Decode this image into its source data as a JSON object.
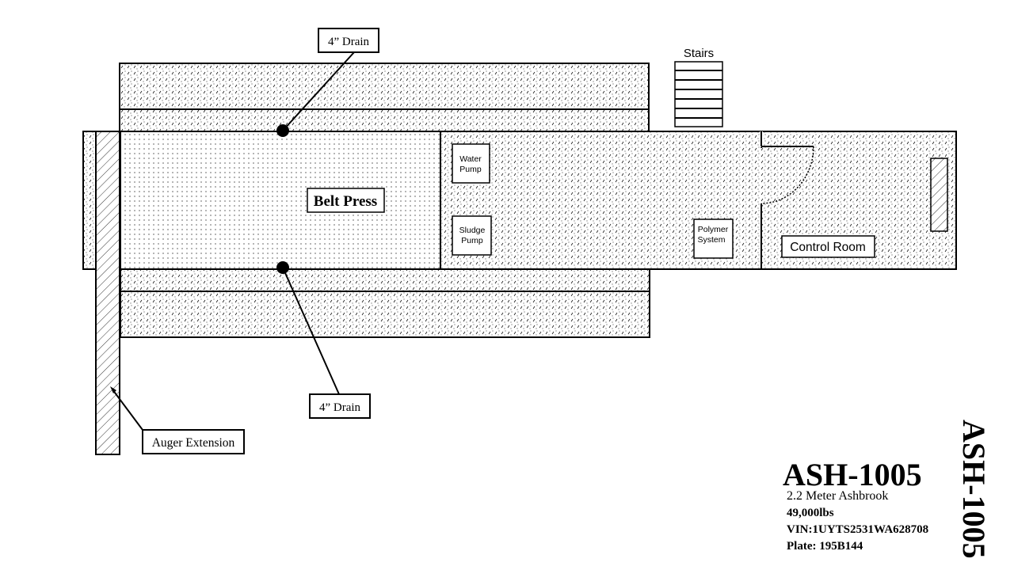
{
  "diagram": {
    "title": "ASH-1005",
    "title_vertical": "ASH-1005",
    "subtitle": "2.2 Meter Ashbrook",
    "weight": "49,000lbs",
    "vin": "VIN:1UYTS2531WA628708",
    "plate": "Plate: 195B144"
  },
  "labels": {
    "drain_top": "4” Drain",
    "drain_bottom": "4” Drain",
    "stairs": "Stairs",
    "belt_press": "Belt Press",
    "water_pump_line1": "Water",
    "water_pump_line2": "Pump",
    "sludge_pump_line1": "Sludge",
    "sludge_pump_line2": "Pump",
    "polymer_line1": "Polymer",
    "polymer_line2": "System",
    "control_room": "Control Room",
    "auger_extension": "Auger Extension"
  },
  "colors": {
    "stroke": "#000000",
    "background": "#ffffff"
  }
}
